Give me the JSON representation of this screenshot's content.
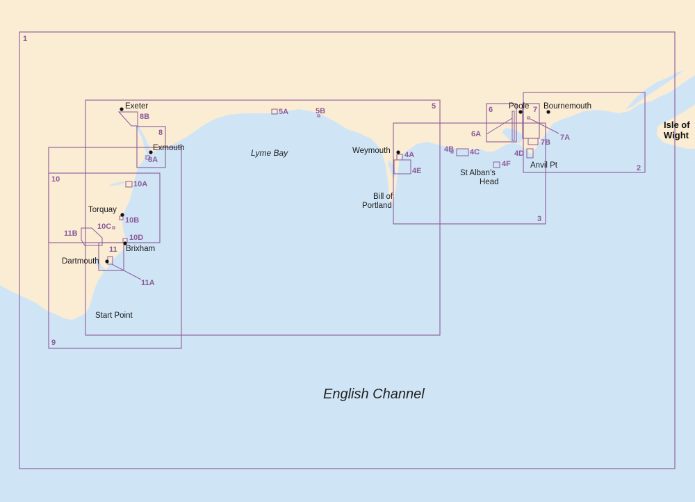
{
  "map": {
    "colors": {
      "land": "#fbecd4",
      "sea": "#cfe5f6",
      "charts": "#8b5a98"
    },
    "places": {
      "exeter": "Exeter",
      "exmouth": "Exmouth",
      "torquay": "Torquay",
      "brixham": "Brixham",
      "dartmouth": "Dartmouth",
      "start_point": "Start Point",
      "weymouth": "Weymouth",
      "bill_of_portland_1": "Bill of",
      "bill_of_portland_2": "Portland",
      "st_albans_head_1": "St Alban’s",
      "st_albans_head_2": "Head",
      "anvil_pt": "Anvil Pt",
      "poole": "Poole",
      "bournemouth": "Bournemouth",
      "isle_of_wight_1": "Isle of",
      "isle_of_wight_2": "Wight"
    },
    "sea_labels": {
      "lyme_bay": "Lyme Bay",
      "english_channel": "English Channel"
    },
    "charts": {
      "c1": "1",
      "c2": "2",
      "c3": "3",
      "c4a": "4A",
      "c4b": "4B",
      "c4c": "4C",
      "c4d": "4D",
      "c4e": "4E",
      "c4f": "4F",
      "c5": "5",
      "c5a": "5A",
      "c5b": "5B",
      "c6": "6",
      "c6a": "6A",
      "c7": "7",
      "c7a": "7A",
      "c7b": "7B",
      "c8": "8",
      "c8a": "8A",
      "c8b": "8B",
      "c9": "9",
      "c10": "10",
      "c10a": "10A",
      "c10b": "10B",
      "c10c": "10C",
      "c10d": "10D",
      "c11": "11",
      "c11a": "11A",
      "c11b": "11B"
    }
  }
}
